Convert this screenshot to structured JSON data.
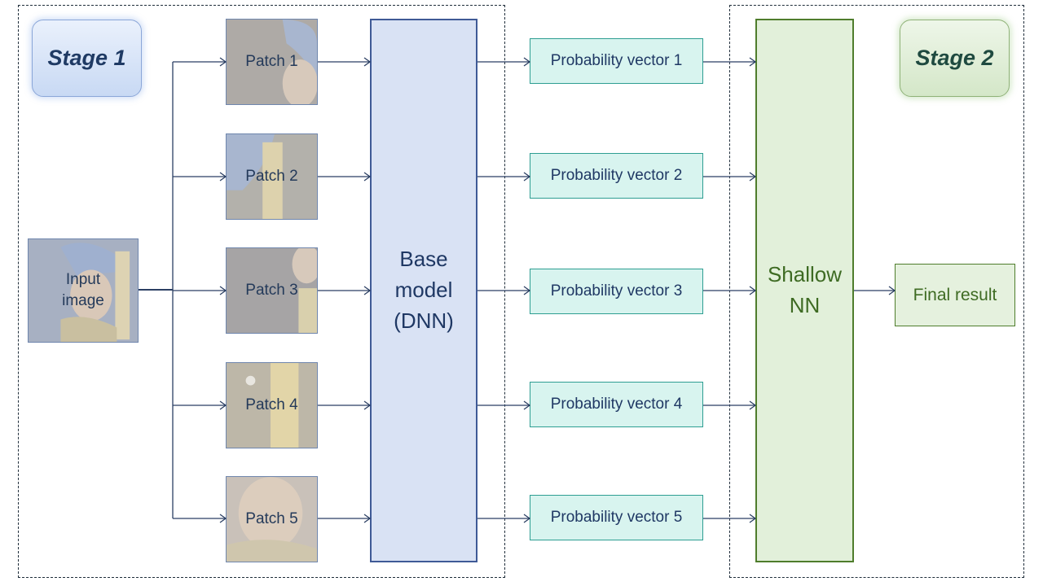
{
  "stages": {
    "stage1_label": "Stage 1",
    "stage2_label": "Stage 2"
  },
  "input_image": {
    "label": "Input\nimage"
  },
  "patches": [
    {
      "label": "Patch 1"
    },
    {
      "label": "Patch 2"
    },
    {
      "label": "Patch 3"
    },
    {
      "label": "Patch 4"
    },
    {
      "label": "Patch 5"
    }
  ],
  "base_model": {
    "label": "Base\nmodel\n(DNN)"
  },
  "probability_vectors": [
    {
      "label": "Probability vector 1"
    },
    {
      "label": "Probability vector 2"
    },
    {
      "label": "Probability vector 3"
    },
    {
      "label": "Probability vector 4"
    },
    {
      "label": "Probability vector 5"
    }
  ],
  "shallow_nn": {
    "label": "Shallow\nNN"
  },
  "final_result": {
    "label": "Final result"
  },
  "colors": {
    "stage1_accent": "#c8d9f4",
    "stage2_accent": "#d4e7c8",
    "base_model_fill": "#d9e2f4",
    "probability_fill": "#d8f4ef",
    "shallow_nn_fill": "#e2f0da",
    "arrow": "#1f3864"
  }
}
